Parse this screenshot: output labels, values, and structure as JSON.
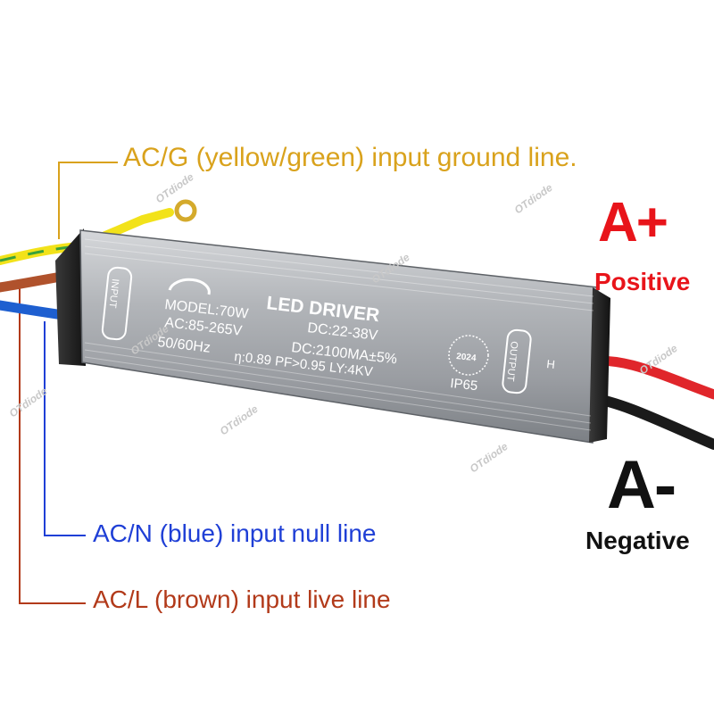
{
  "labels": {
    "ground": "AC/G (yellow/green) input ground line.",
    "null": "AC/N (blue) input null line",
    "live": "AC/L (brown) input live line",
    "positive_symbol": "A+",
    "positive_text": "Positive",
    "negative_symbol": "A-",
    "negative_text": "Negative"
  },
  "driver": {
    "title": "LED DRIVER",
    "model": "MODEL:70W",
    "ac": "AC:85-265V",
    "freq": "50/60Hz",
    "dc_v": "DC:22-38V",
    "dc_a": "DC:2100MA±5%",
    "eff": "η:0.89 PF>0.95 LY:4KV",
    "ip": "IP65",
    "year": "2024",
    "input": "INPUT",
    "output": "OUTPUT",
    "h": "H"
  },
  "watermark": "OTdiode",
  "colors": {
    "ground": "#d9a21c",
    "null": "#1f3fd6",
    "live": "#b23a1a",
    "positive": "#e8141a",
    "negative": "#111111",
    "wire_yellow": "#f2e21a",
    "wire_green": "#3aa13a",
    "wire_brown": "#b0522c",
    "wire_blue": "#1e5fd0",
    "wire_red": "#e0262b",
    "wire_black": "#1a1a1a"
  }
}
